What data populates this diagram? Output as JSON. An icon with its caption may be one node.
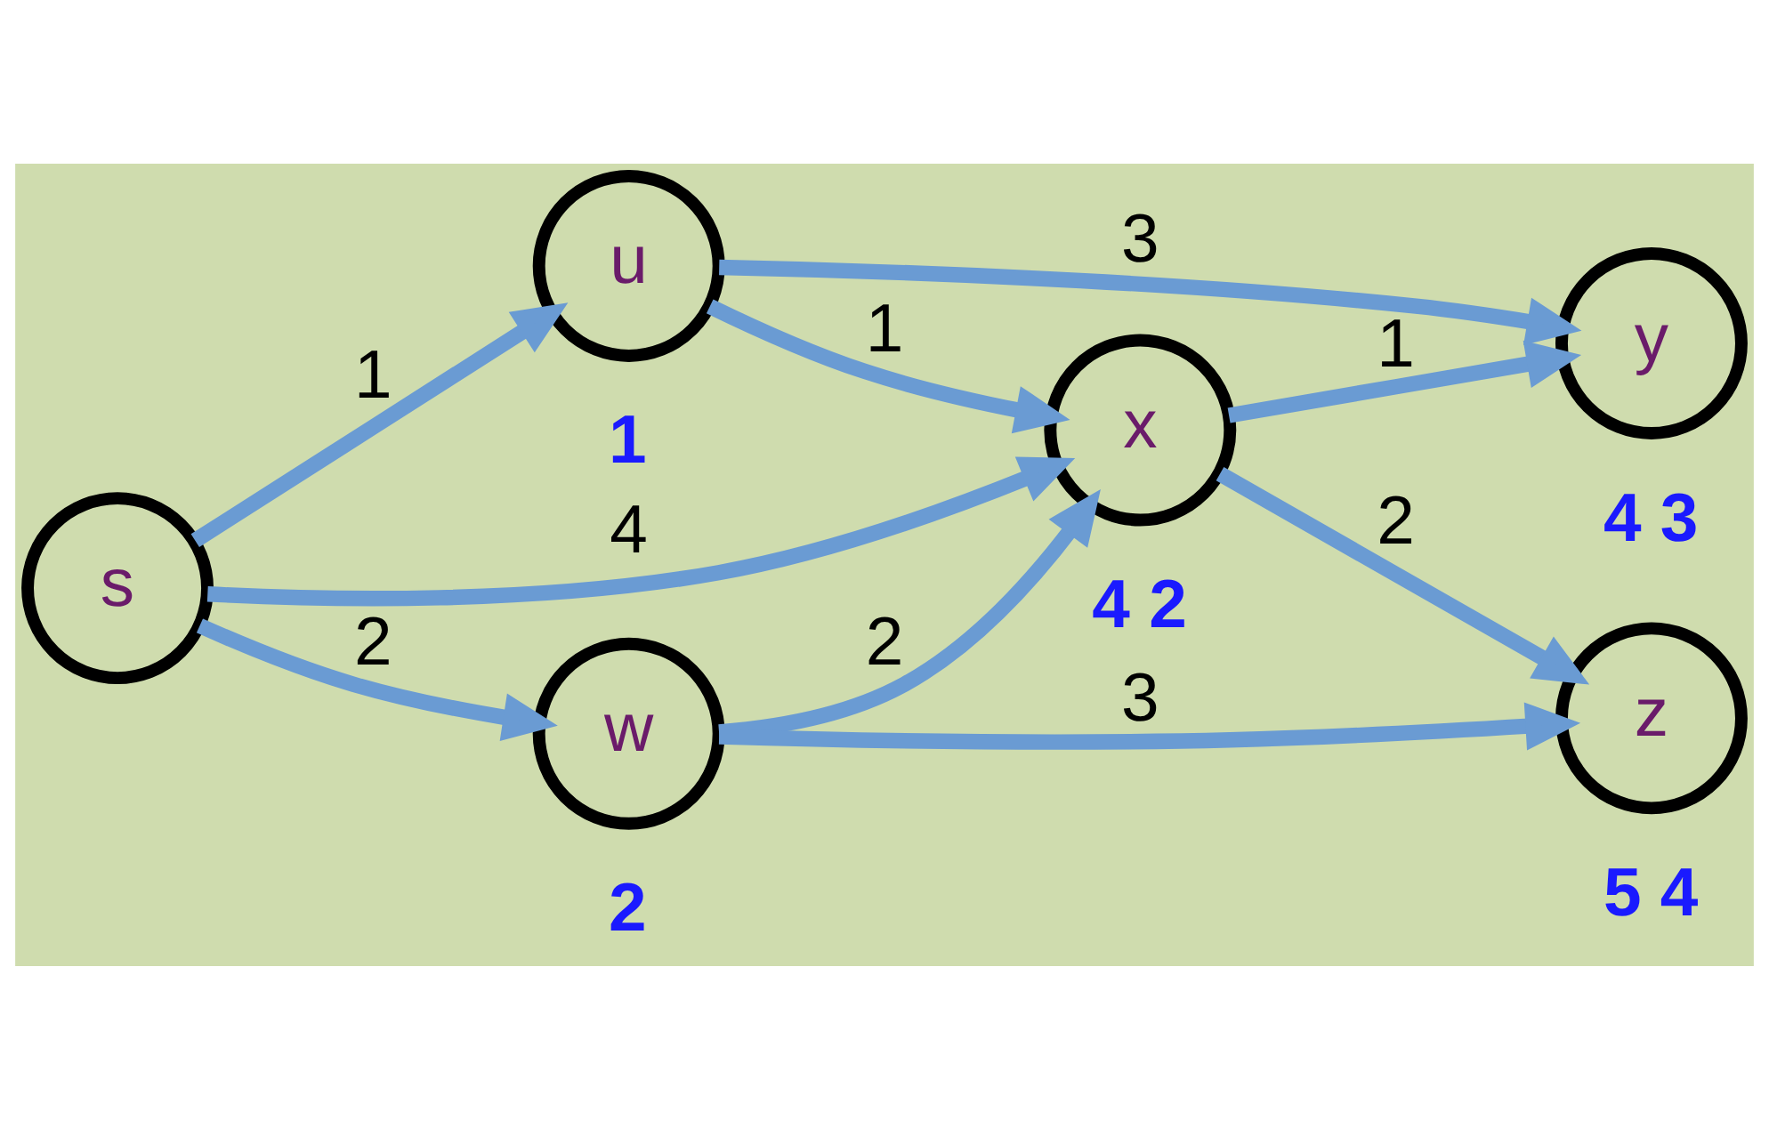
{
  "diagram": {
    "nodes": [
      {
        "text": [
          "s"
        ]
      },
      {
        "text": [
          "u"
        ],
        "beside": [
          "1"
        ]
      },
      {
        "text": [
          "y"
        ],
        "beside": [
          "4",
          "3"
        ]
      },
      {
        "text": [
          "x"
        ],
        "beside": [
          "4",
          "2"
        ]
      },
      {
        "text": [
          "w"
        ],
        "beside": [
          "2"
        ]
      },
      {
        "text": [
          "z"
        ],
        "beside": [
          "5",
          "4"
        ]
      }
    ],
    "edges": [
      {
        "from": 0,
        "to": 1,
        "arrow": "to",
        "label": "1"
      },
      {
        "from": 0,
        "to": 3,
        "arrow": "to",
        "label": "4"
      },
      {
        "from": 0,
        "to": 4,
        "arrow": "to",
        "label": "2"
      },
      {
        "from": 1,
        "to": 2,
        "arrow": "to",
        "label": "3"
      },
      {
        "from": 1,
        "to": 3,
        "arrow": "to",
        "label": "1"
      },
      {
        "from": 3,
        "to": 2,
        "arrow": "to",
        "label": "1"
      },
      {
        "from": 4,
        "to": 3,
        "arrow": "to",
        "label": "2"
      },
      {
        "from": 3,
        "to": 5,
        "arrow": "to",
        "label": "2"
      },
      {
        "from": 4,
        "to": 5,
        "arrow": "to",
        "label": "3"
      }
    ]
  }
}
